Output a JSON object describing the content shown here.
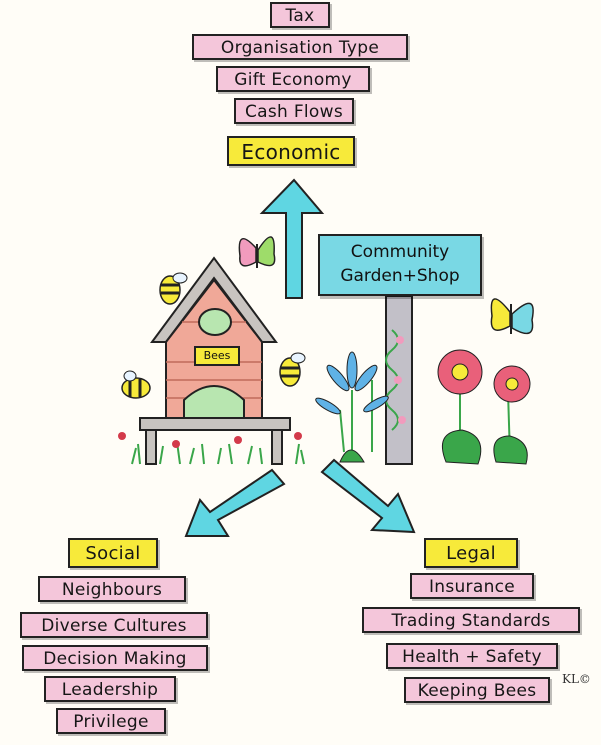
{
  "economic": {
    "header": "Economic",
    "items": [
      "Tax",
      "Organisation Type",
      "Gift Economy",
      "Cash Flows"
    ]
  },
  "social": {
    "header": "Social",
    "items": [
      "Neighbours",
      "Diverse Cultures",
      "Decision Making",
      "Leadership",
      "Privilege"
    ]
  },
  "legal": {
    "header": "Legal",
    "items": [
      "Insurance",
      "Trading Standards",
      "Health + Safety",
      "Keeping Bees"
    ]
  },
  "sign": {
    "line1": "Community",
    "line2": "Garden+Shop"
  },
  "hive_label": "Bees",
  "signature": "KL©",
  "colors": {
    "item_fill": "#f4c6da",
    "header_fill": "#f7ea3a",
    "arrow": "#5fd6e2",
    "sign": "#79d8e4"
  }
}
